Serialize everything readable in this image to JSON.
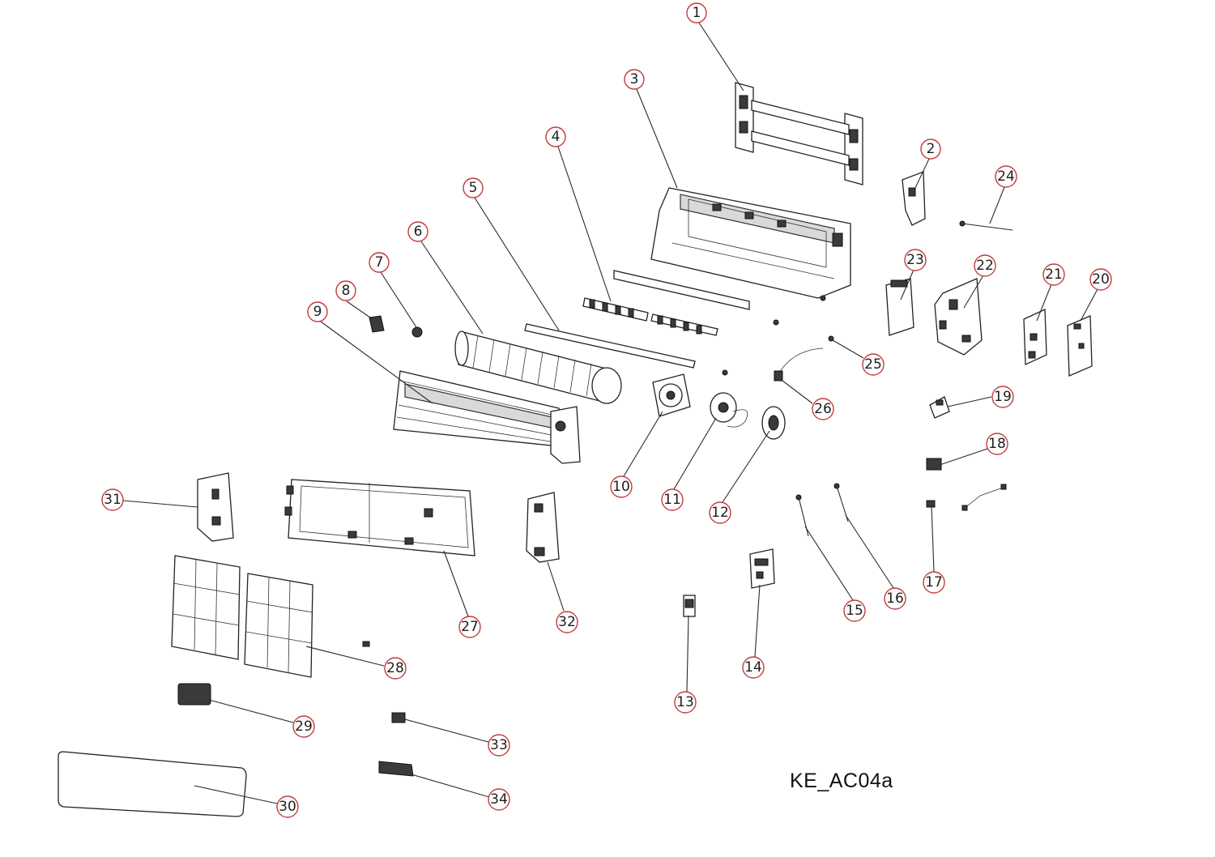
{
  "diagram": {
    "model_code": "KE_AC04a",
    "callouts": [
      "1",
      "2",
      "3",
      "4",
      "5",
      "6",
      "7",
      "8",
      "9",
      "10",
      "11",
      "12",
      "13",
      "14",
      "15",
      "16",
      "17",
      "18",
      "19",
      "20",
      "21",
      "22",
      "23",
      "24",
      "25",
      "26",
      "27",
      "28",
      "29",
      "30",
      "31",
      "32",
      "33",
      "34"
    ]
  },
  "colors": {
    "callout_ring": "#c23b3b",
    "line": "#222222",
    "fill_dark": "#3a3a3a"
  }
}
